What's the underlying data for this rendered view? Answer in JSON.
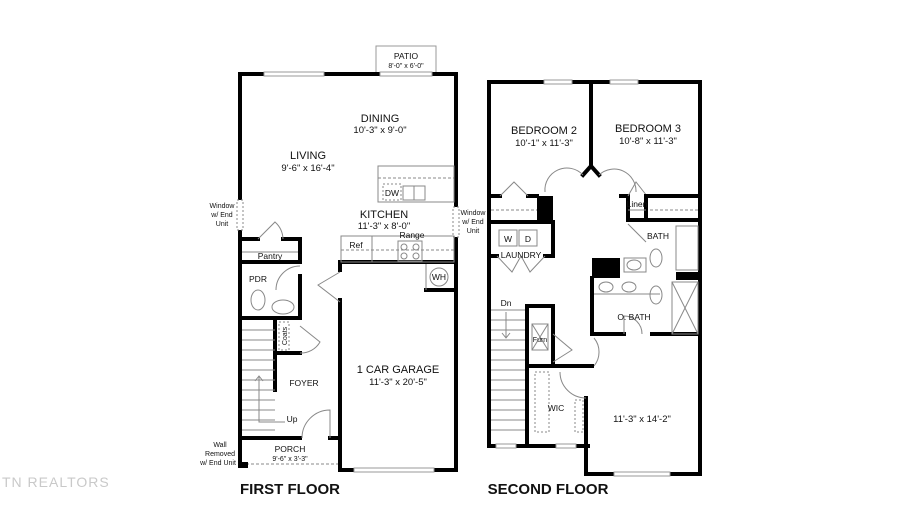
{
  "watermark": "TN REALTORS",
  "first_floor": {
    "title": "FIRST FLOOR",
    "patio": {
      "name": "PATIO",
      "dim": "8'-0\" x 6'-0\""
    },
    "living": {
      "name": "LIVING",
      "dim": "9'-6\" x 16'-4\""
    },
    "dining": {
      "name": "DINING",
      "dim": "10'-3\" x 9'-0\""
    },
    "kitchen": {
      "name": "KITCHEN",
      "dim": "11'-3\" x 8'-0\""
    },
    "garage": {
      "name": "1 CAR GARAGE",
      "dim": "11'-3\" x 20'-5\""
    },
    "porch": {
      "name": "PORCH",
      "dim": "9'-6\" x 3'-3\""
    },
    "foyer": "FOYER",
    "pdr": "PDR",
    "pantry": "Pantry",
    "coats": "Coats",
    "up": "Up",
    "dw": "DW",
    "ref": "Ref",
    "range": "Range",
    "wh": "WH",
    "window_left": [
      "Window",
      "w/ End",
      "Unit"
    ],
    "window_right": [
      "Window",
      "w/ End",
      "Unit"
    ],
    "wall_removed": [
      "Wall",
      "Removed",
      "w/ End Unit"
    ]
  },
  "second_floor": {
    "title": "SECOND FLOOR",
    "bedroom2": {
      "name": "BEDROOM 2",
      "dim": "10'-1\" x 11'-3\""
    },
    "bedroom3": {
      "name": "BEDROOM 3",
      "dim": "10'-8\" x 11'-3\""
    },
    "owner_bedroom": {
      "dim": "11'-3\" x 14'-2\""
    },
    "laundry": "LAUNDRY",
    "washer": "W",
    "dryer": "D",
    "linen": "Linen",
    "bath": "BATH",
    "owner_bath": "O. BATH",
    "furnace": "Furn",
    "wic": "WIC",
    "down": "Dn"
  }
}
